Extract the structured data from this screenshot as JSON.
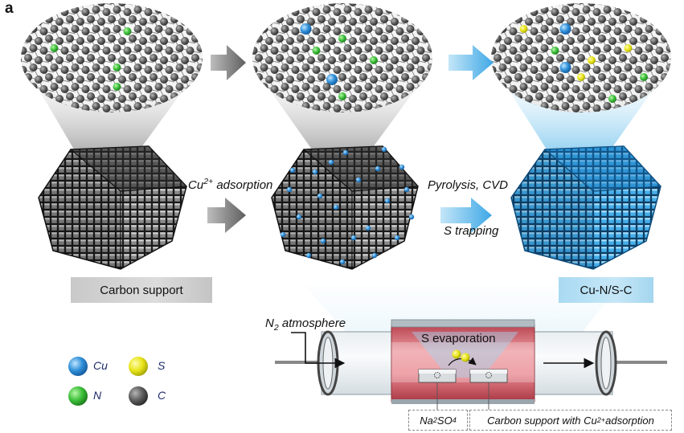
{
  "panel_letter": "a",
  "steps": {
    "adsorption": {
      "prefix": "Cu",
      "sup": "2+",
      "suffix": " adsorption"
    },
    "pyrolysis": "Pyrolysis, CVD",
    "trapping": "S trapping"
  },
  "labels": {
    "carbon_support": "Carbon support",
    "product": "Cu-N/S-C"
  },
  "furnace": {
    "atmosphere": {
      "main": "N",
      "sub": "2",
      "rest": " atmosphere"
    },
    "evaporation": "S evaporation",
    "source": {
      "main": "Na",
      "sub1": "2",
      "mid": "SO",
      "sub2": "4"
    },
    "substrate": {
      "prefix": "Carbon support with Cu",
      "sup": "2+",
      "suffix": " adsorption"
    }
  },
  "legend": [
    {
      "symbol": "Cu",
      "color": "#2f8fd8"
    },
    {
      "symbol": "S",
      "color": "#e8e418"
    },
    {
      "symbol": "N",
      "color": "#3cbf3a"
    },
    {
      "symbol": "C",
      "color": "#6a6a6a"
    }
  ],
  "colors": {
    "carbon_cube": "#3a3a3a",
    "product_cube": "#3aa6e8",
    "arrow_gray": "#6f6f6f",
    "arrow_blue": "#5bb8ec",
    "furnace_red": "#d96a72"
  }
}
